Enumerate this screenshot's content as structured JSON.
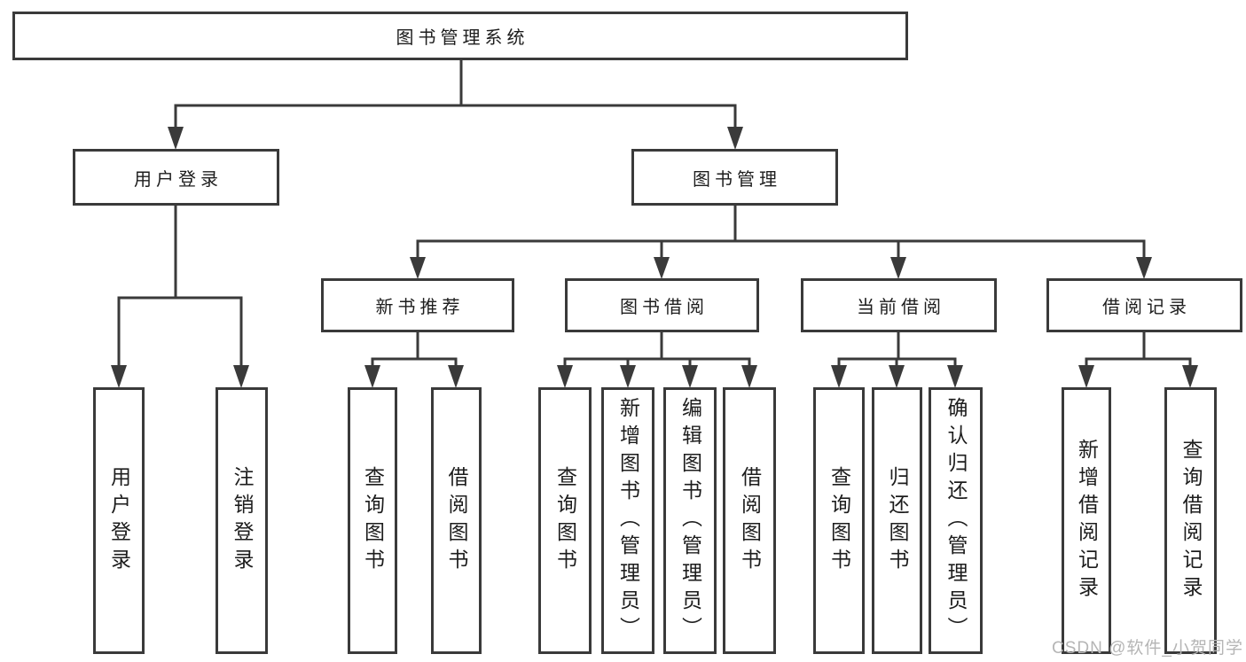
{
  "diagram": {
    "type": "hierarchy-tree",
    "title": "图书管理系统",
    "watermark": "CSDN @软件_小贺同学",
    "colors": {
      "line": "#3a3a3a",
      "border": "#3a3a3a",
      "text": "#1d1d1d",
      "watermark": "#b5b5b5",
      "background": "#ffffff"
    },
    "nodes": [
      {
        "id": "root",
        "label": "图书管理系统",
        "level": 1,
        "parent": null
      },
      {
        "id": "user-login",
        "label": "用户登录",
        "level": 2,
        "parent": "root"
      },
      {
        "id": "book-management",
        "label": "图书管理",
        "level": 2,
        "parent": "root"
      },
      {
        "id": "new-book-recommendation",
        "label": "新书推荐",
        "level": 3,
        "parent": "book-management"
      },
      {
        "id": "book-borrowing",
        "label": "图书借阅",
        "level": 3,
        "parent": "book-management"
      },
      {
        "id": "current-borrowing",
        "label": "当前借阅",
        "level": 3,
        "parent": "book-management"
      },
      {
        "id": "borrowing-records",
        "label": "借阅记录",
        "level": 3,
        "parent": "book-management"
      },
      {
        "id": "user-login-action",
        "label": "用户登录",
        "level": 4,
        "parent": "user-login"
      },
      {
        "id": "logout-action",
        "label": "注销登录",
        "level": 4,
        "parent": "user-login"
      },
      {
        "id": "query-books-recommend",
        "label": "查询图书",
        "level": 4,
        "parent": "new-book-recommendation"
      },
      {
        "id": "borrow-book-recommend",
        "label": "借阅图书",
        "level": 4,
        "parent": "new-book-recommendation"
      },
      {
        "id": "query-books-borrowing",
        "label": "查询图书",
        "level": 4,
        "parent": "book-borrowing"
      },
      {
        "id": "add-book-admin",
        "label": "新增图书（管理员）",
        "level": 4,
        "parent": "book-borrowing"
      },
      {
        "id": "edit-book-admin",
        "label": "编辑图书（管理员）",
        "level": 4,
        "parent": "book-borrowing"
      },
      {
        "id": "borrow-book-borrowing",
        "label": "借阅图书",
        "level": 4,
        "parent": "book-borrowing"
      },
      {
        "id": "query-books-current",
        "label": "查询图书",
        "level": 4,
        "parent": "current-borrowing"
      },
      {
        "id": "return-book",
        "label": "归还图书",
        "level": 4,
        "parent": "current-borrowing"
      },
      {
        "id": "confirm-return-admin",
        "label": "确认归还（管理员）",
        "level": 4,
        "parent": "current-borrowing"
      },
      {
        "id": "add-borrowing-record",
        "label": "新增借阅记录",
        "level": 4,
        "parent": "borrowing-records"
      },
      {
        "id": "query-borrowing-record",
        "label": "查询借阅记录",
        "level": 4,
        "parent": "borrowing-records"
      }
    ]
  }
}
